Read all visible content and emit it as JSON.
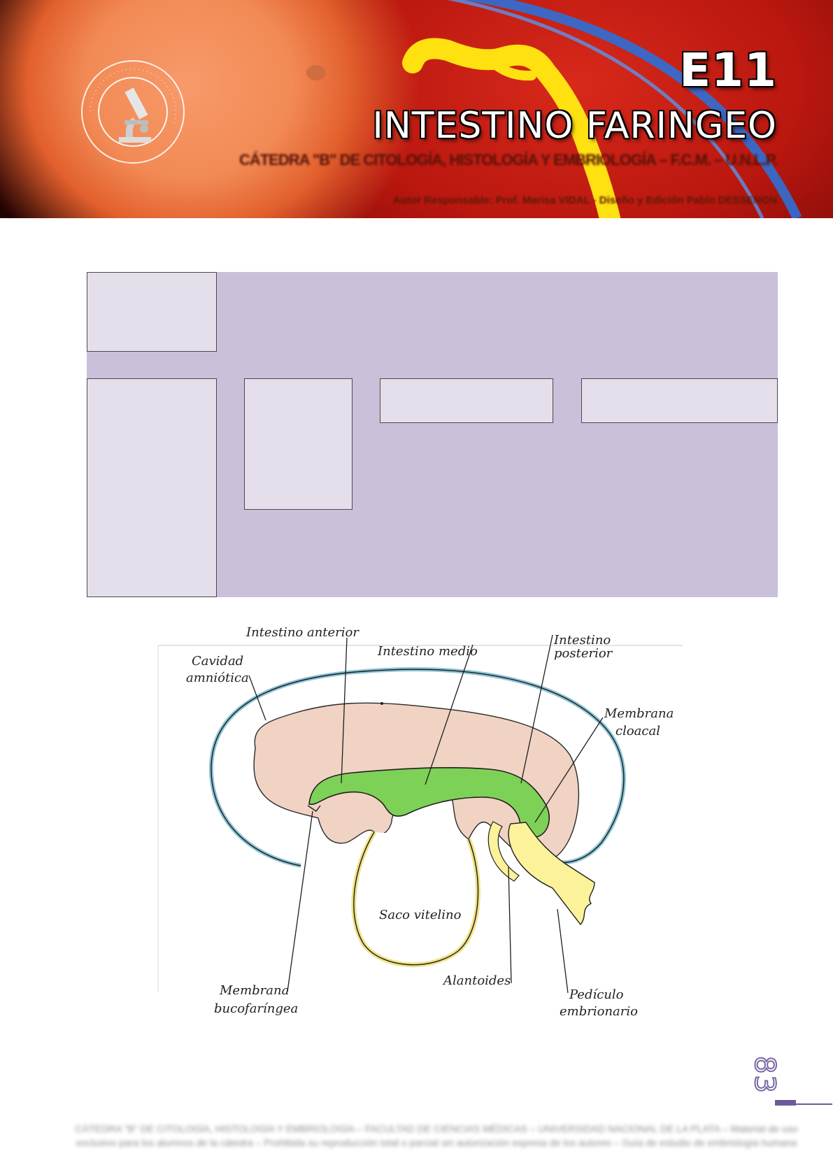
{
  "header": {
    "chapter_code": "E11",
    "chapter_title": "INTESTINO FARINGEO",
    "institution": "CÁTEDRA \"B\" DE CITOLOGÍA, HISTOLOGÍA Y EMBRIOLOGÍA – F.C.M. – U.N.L.P.",
    "author": "Autor Responsable: Prof. Marisa VIDAL - Diseño y Edición Pablo DESSENON",
    "seal_icon": "microscope-icon",
    "colors": {
      "accent": "#cbc0d9",
      "box": "#e5dfec",
      "rule": "#6d5a98"
    }
  },
  "diagram": {
    "labels": {
      "intestino_anterior": "Intestino anterior",
      "intestino_medio": "Intestino medio",
      "intestino_posterior_1": "Intestino",
      "intestino_posterior_2": "posterior",
      "cavidad_1": "Cavidad",
      "cavidad_2": "amniótica",
      "membrana_cloacal_1": "Membrana",
      "membrana_cloacal_2": "cloacal",
      "saco_vitelino": "Saco vitelino",
      "alantoides": "Alantoides",
      "membrana_buco_1": "Membrana",
      "membrana_buco_2": "bucofaríngea",
      "pediculo_1": "Pedículo",
      "pediculo_2": "embrionario"
    }
  },
  "page_number": "83",
  "footer": {
    "text": "CÁTEDRA \"B\" DE CITOLOGÍA, HISTOLOGÍA Y EMBRIOLOGÍA – FACULTAD DE CIENCIAS MÉDICAS – UNIVERSIDAD NACIONAL DE LA PLATA – Material de uso exclusivo para los alumnos de la cátedra – Prohibida su reproducción total o parcial sin autorización expresa de los autores – Guía de estudio de embriología humana"
  }
}
